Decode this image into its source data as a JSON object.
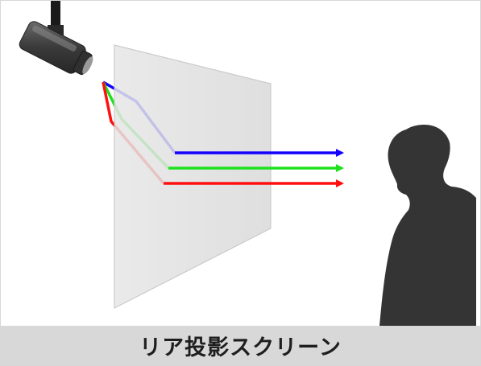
{
  "caption": {
    "label": "リア投影スクリーン"
  },
  "scene": {
    "projector": {
      "icon": "projector-icon"
    },
    "screen": {
      "kind": "translucent-screen"
    },
    "viewer": {
      "icon": "person-silhouette-icon"
    },
    "beams": [
      {
        "name": "blue",
        "color": "#1400ff"
      },
      {
        "name": "green",
        "color": "#1fe11f"
      },
      {
        "name": "red",
        "color": "#ff1010"
      }
    ]
  }
}
